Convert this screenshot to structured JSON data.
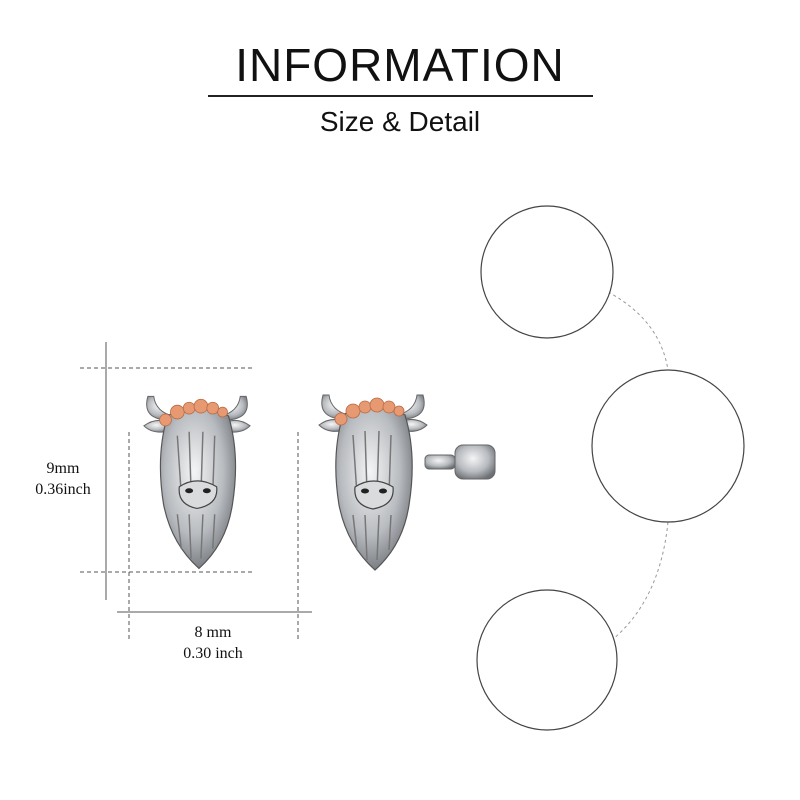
{
  "header": {
    "title": "INFORMATION",
    "subtitle": "Size & Detail"
  },
  "dimensions": {
    "height": {
      "mm": "9mm",
      "inch": "0.36inch"
    },
    "width": {
      "mm": "8 mm",
      "inch": "0.30 inch"
    }
  },
  "colors": {
    "silver": "#b9bcc0",
    "rose_gold": "#e79a72",
    "line": "#555555"
  }
}
